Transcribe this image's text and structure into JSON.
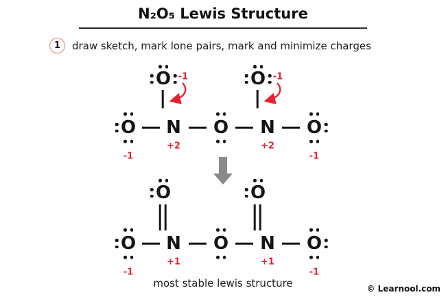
{
  "title": "N₂O₅ Lewis Structure",
  "step": {
    "number": "1",
    "text": "draw sketch, mark lone pairs, mark and minimize charges"
  },
  "structures": {
    "initial": {
      "atoms": {
        "o_top_left": {
          "symbol": "O",
          "charge": "-1"
        },
        "o_top_right": {
          "symbol": "O",
          "charge": "-1"
        },
        "o_left": {
          "symbol": "O",
          "charge": "-1"
        },
        "n_left": {
          "symbol": "N",
          "charge": "+2"
        },
        "o_center": {
          "symbol": "O"
        },
        "n_right": {
          "symbol": "N",
          "charge": "+2"
        },
        "o_right": {
          "symbol": "O",
          "charge": "-1"
        }
      }
    },
    "stable": {
      "atoms": {
        "o_top_left": {
          "symbol": "O"
        },
        "o_top_right": {
          "symbol": "O"
        },
        "o_left": {
          "symbol": "O",
          "charge": "-1"
        },
        "n_left": {
          "symbol": "N",
          "charge": "+1"
        },
        "o_center": {
          "symbol": "O"
        },
        "n_right": {
          "symbol": "N",
          "charge": "+1"
        },
        "o_right": {
          "symbol": "O",
          "charge": "-1"
        }
      },
      "caption": "most stable lewis structure"
    }
  },
  "footer": {
    "copyright": "© Learnool.com"
  },
  "colors": {
    "charge_red": "#e8212e",
    "structure_black": "#151515",
    "transform_arrow_gray": "#8a8a8a",
    "step_circle_outline": "#ee8576"
  }
}
